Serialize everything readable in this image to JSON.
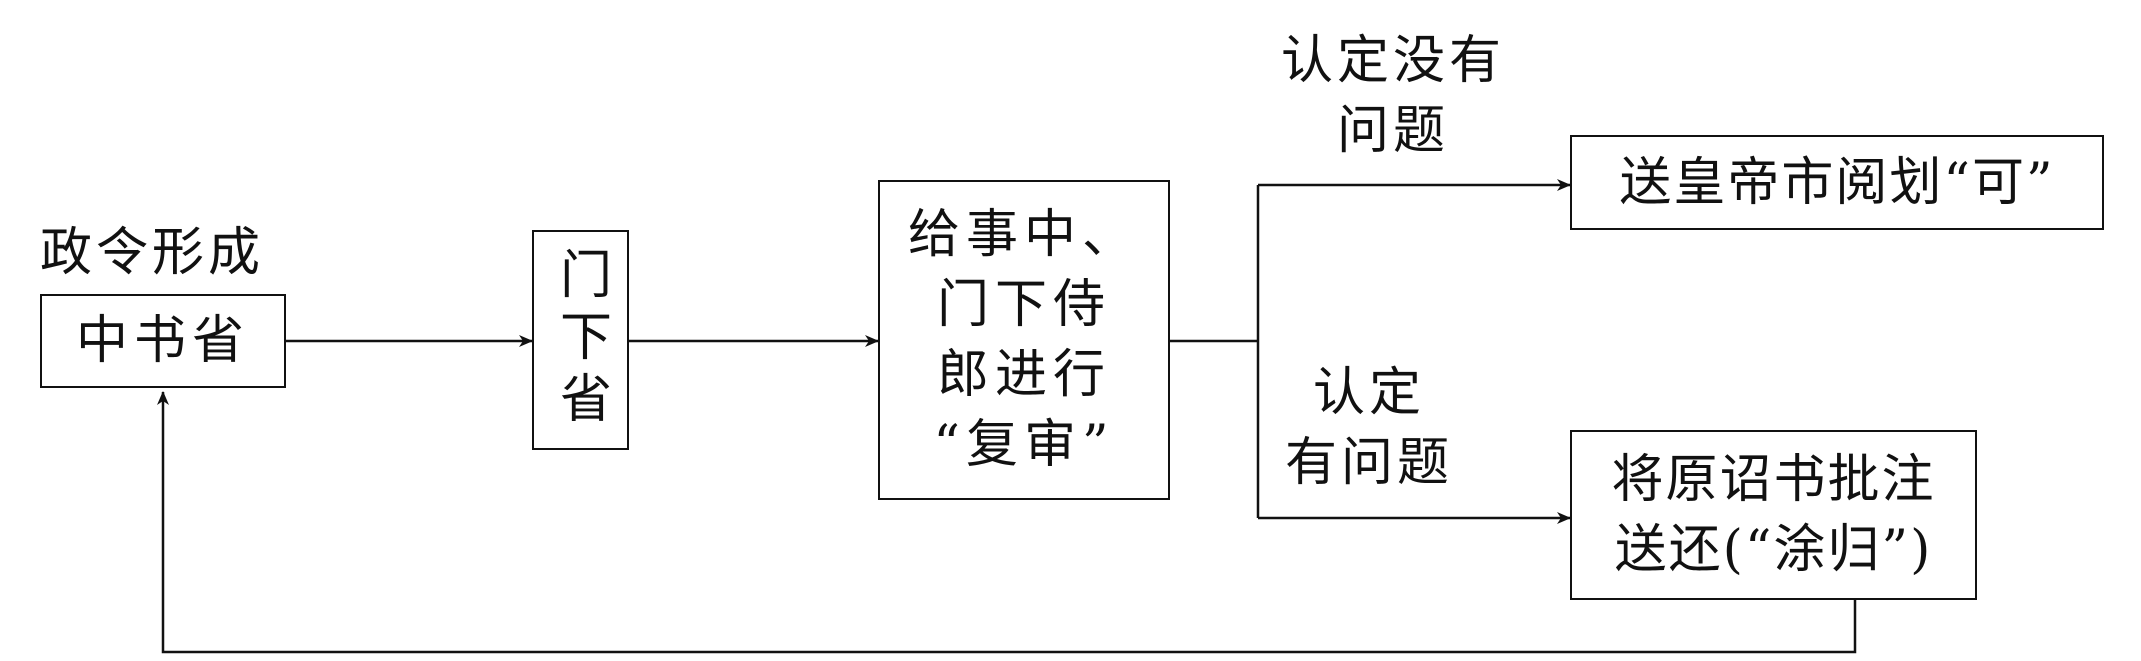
{
  "diagram": {
    "policy_label": "政令形成",
    "nodes": {
      "zhongshu": "中书省",
      "menxia": "门下省",
      "review": "给事中、\n门下侍\n郎进行\n“复审”",
      "approve": "送皇帝市阅划“可”",
      "reject": "将原诏书批注\n送还(“涂归”)"
    },
    "edge_labels": {
      "no_problem": "认定没有\n问题",
      "has_problem": "认定\n有问题"
    }
  }
}
